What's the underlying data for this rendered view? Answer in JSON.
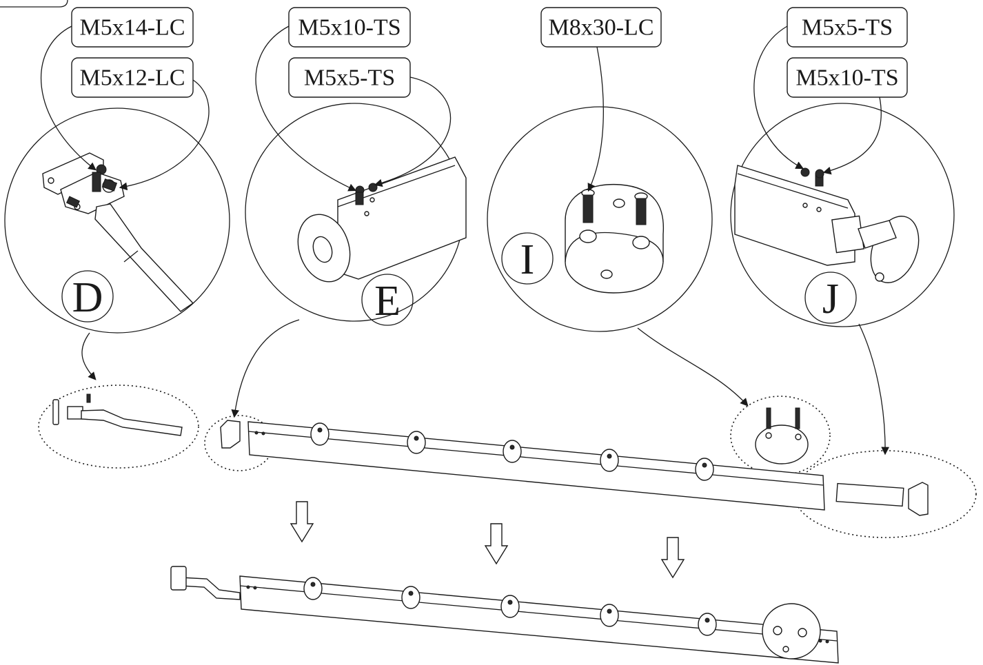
{
  "callouts": {
    "d_top": "M5x14-LC",
    "d_bottom": "M5x12-LC",
    "e_top": "M5x10-TS",
    "e_bottom": "M5x5-TS",
    "i_top": "M8x30-LC",
    "j_top": "M5x5-TS",
    "j_bottom": "M5x10-TS"
  },
  "details": {
    "d": "D",
    "e": "E",
    "i": "I",
    "j": "J"
  },
  "colors": {
    "ink": "#1a1a1a",
    "paper": "#ffffff"
  }
}
